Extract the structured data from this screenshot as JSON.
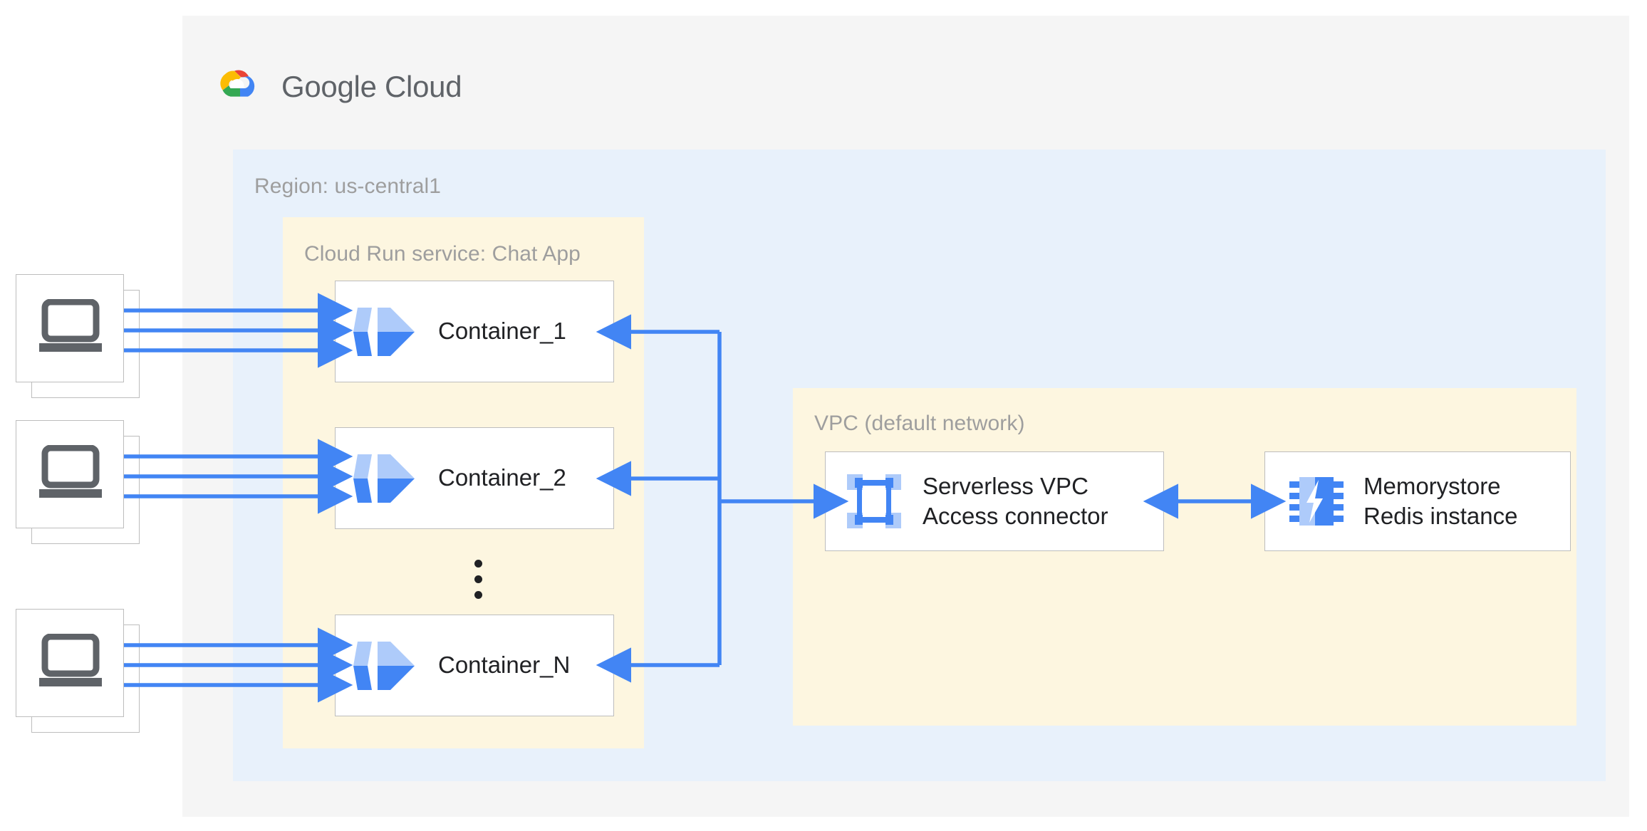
{
  "diagram": {
    "title": "Google Cloud",
    "brand": {
      "word_google": "Google",
      "word_cloud": "Cloud",
      "logo_colors": [
        "#EA4335",
        "#FBBC04",
        "#34A853",
        "#4285F4"
      ],
      "wordmark_color": "#5F6368"
    },
    "colors": {
      "outer_panel": "#F5F5F5",
      "region_panel": "#E8F1FB",
      "service_panel": "#FDF6E0",
      "node_fill": "#FFFFFF",
      "node_border": "#BDBDBD",
      "arrow": "#4285F4",
      "icon_light_blue": "#AECBFA",
      "icon_blue": "#4285F4",
      "label_gray": "#9E9E9E",
      "icon_gray": "#5F6368",
      "text": "#202124"
    },
    "panels": [
      {
        "name": "cloud",
        "label": "Google Cloud"
      },
      {
        "name": "region",
        "label": "Region: us-central1"
      },
      {
        "name": "cloud-run",
        "label": "Cloud Run service: Chat App"
      },
      {
        "name": "vpc",
        "label": "VPC (default network)"
      }
    ],
    "region_label": "Region: us-central1",
    "cloudrun_label": "Cloud Run service: Chat App",
    "vpc_label": "VPC (default network)",
    "containers": [
      {
        "label": "Container_1",
        "icon": "cloud-run-icon"
      },
      {
        "label": "Container_2",
        "icon": "cloud-run-icon"
      },
      {
        "label": "Container_N",
        "icon": "cloud-run-icon"
      }
    ],
    "container_1_label": "Container_1",
    "container_2_label": "Container_2",
    "container_n_label": "Container_N",
    "vpc_connector_label": "Serverless VPC\nAccess connector",
    "memorystore_label": "Memorystore\nRedis instance",
    "clients": [
      {
        "name": "client-stack-1",
        "icon": "laptop-icon",
        "request_lines": 3
      },
      {
        "name": "client-stack-2",
        "icon": "laptop-icon",
        "request_lines": 3
      },
      {
        "name": "client-stack-3",
        "icon": "laptop-icon",
        "request_lines": 3
      }
    ],
    "ellipsis": "⋮",
    "connections": [
      {
        "from": "client-stack-1",
        "to": "Container_1",
        "direction": "one-way",
        "count": 3
      },
      {
        "from": "client-stack-2",
        "to": "Container_2",
        "direction": "one-way",
        "count": 3
      },
      {
        "from": "client-stack-3",
        "to": "Container_N",
        "direction": "one-way",
        "count": 3
      },
      {
        "from": "Serverless VPC Access connector",
        "to": "Container_1",
        "direction": "one-way"
      },
      {
        "from": "Serverless VPC Access connector",
        "to": "Container_2",
        "direction": "one-way"
      },
      {
        "from": "Serverless VPC Access connector",
        "to": "Container_N",
        "direction": "one-way"
      },
      {
        "from": "Serverless VPC Access connector",
        "to": "Memorystore Redis instance",
        "direction": "two-way"
      }
    ]
  }
}
